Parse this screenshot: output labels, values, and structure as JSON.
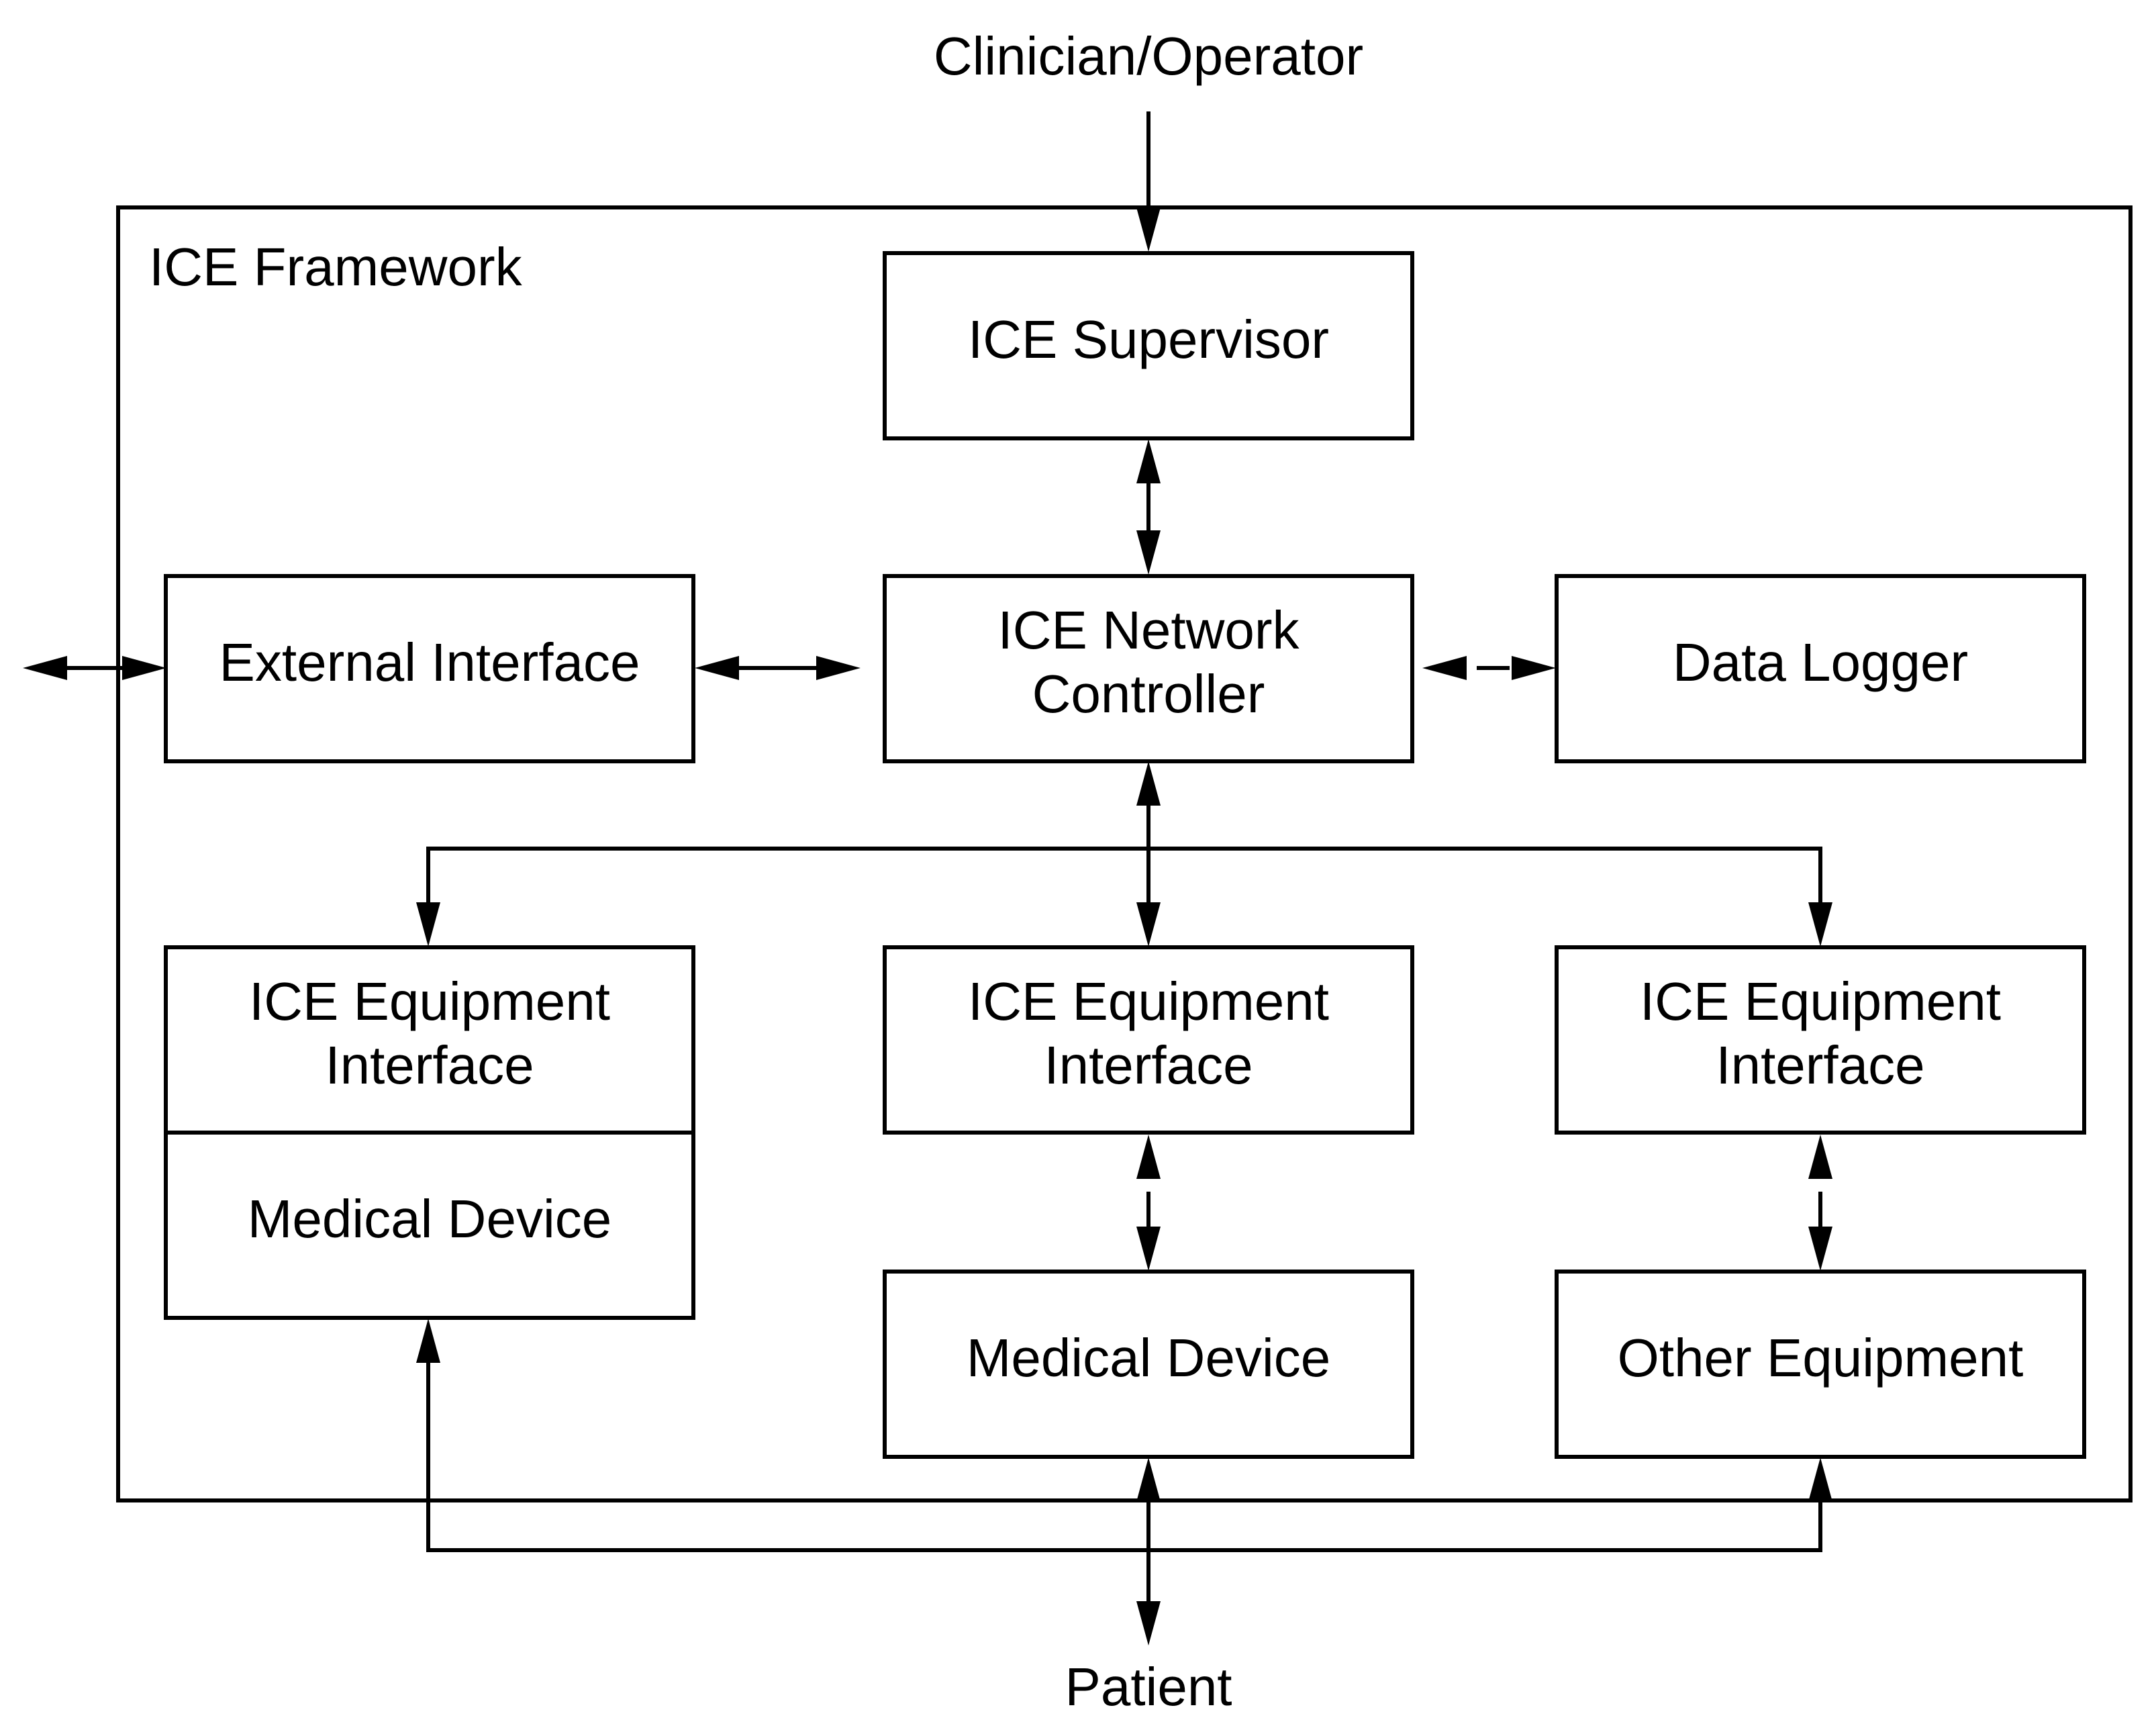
{
  "diagram": {
    "operator_label": "Clinician/Operator",
    "patient_label": "Patient",
    "framework_label": "ICE Framework",
    "supervisor": "ICE Supervisor",
    "network_controller": {
      "line1": "ICE Network",
      "line2": "Controller"
    },
    "external_interface": "External Interface",
    "data_logger": "Data Logger",
    "equipment_interface_left": {
      "line1": "ICE Equipment",
      "line2": "Interface"
    },
    "medical_device_left": "Medical Device",
    "equipment_interface_center": {
      "line1": "ICE Equipment",
      "line2": "Interface"
    },
    "medical_device_center": "Medical Device",
    "equipment_interface_right": {
      "line1": "ICE Equipment",
      "line2": "Interface"
    },
    "other_equipment": "Other Equipment"
  }
}
